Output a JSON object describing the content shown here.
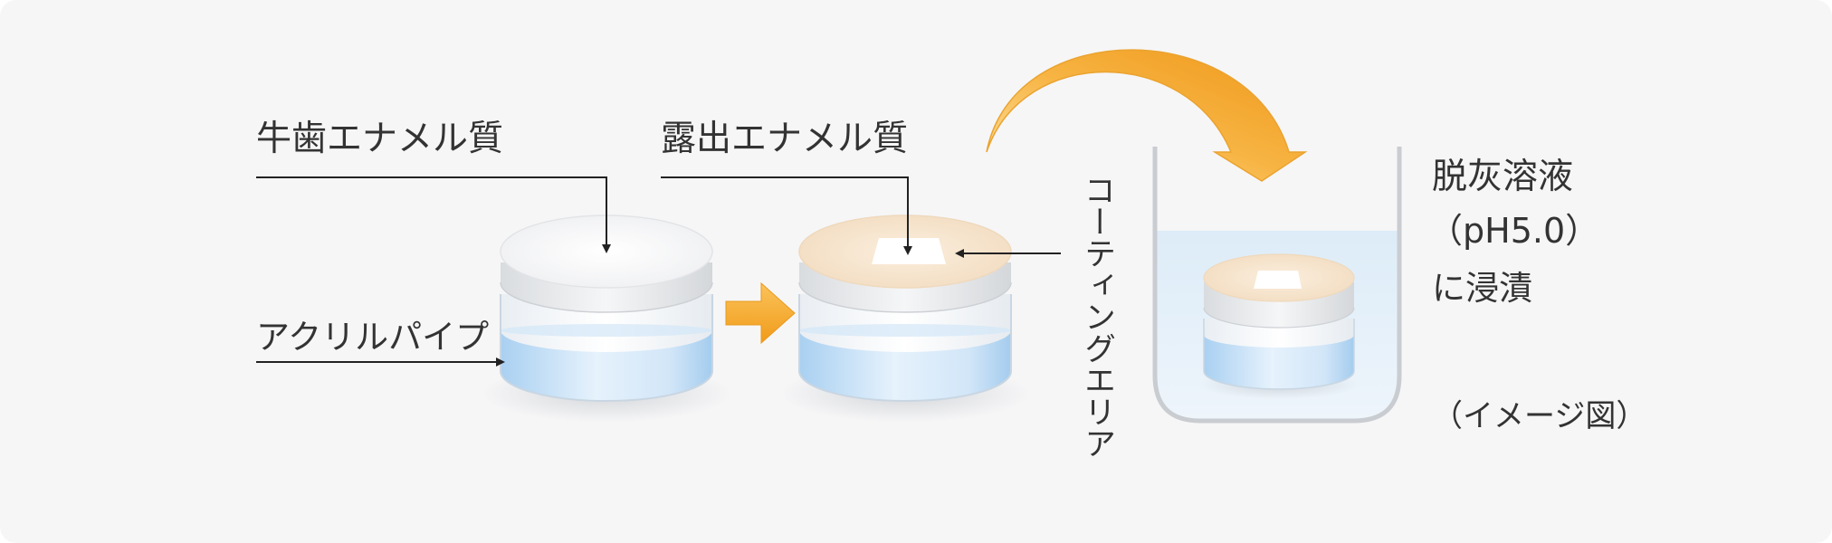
{
  "labels": {
    "bovine_enamel": "牛歯エナメル質",
    "exposed_enamel": "露出エナメル質",
    "acrylic_pipe": "アクリルパイプ",
    "coating_area": "コーティングエリア",
    "demineralizing_solution": "脱灰溶液",
    "ph": "（pH5.0）",
    "immersion": "に浸漬",
    "image_note": "（イメージ図）"
  },
  "colors": {
    "background": "#f6f6f7",
    "water": "#bcdcf5",
    "coating": "#f6e2c8",
    "arrow": "#f5a623",
    "line": "#222222"
  }
}
